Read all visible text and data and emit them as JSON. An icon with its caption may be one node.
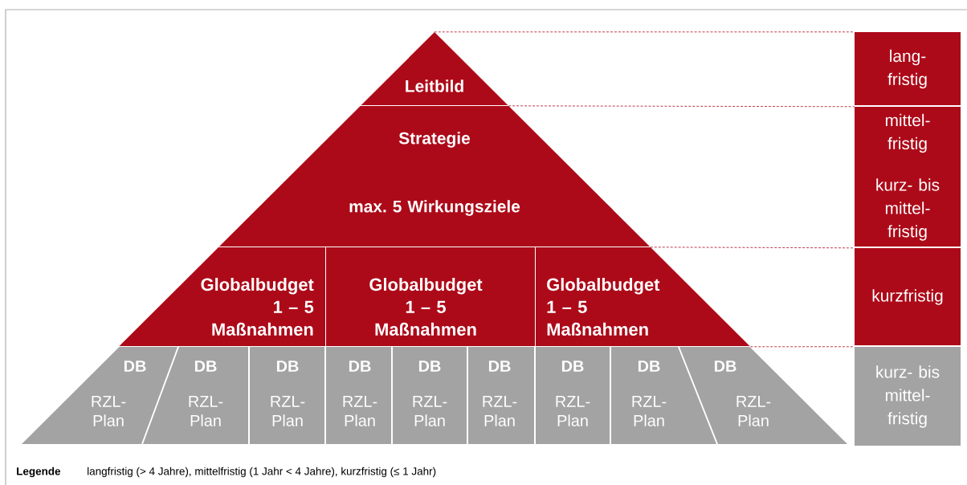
{
  "diagram": {
    "nodes": [
      {
        "text": [
          "Leitbild"
        ]
      },
      {
        "text": [
          "Strategie",
          "max. 5 Wirkungsziele"
        ]
      },
      {
        "text": [
          "Globalbudget 1 – 5 Maßnahmen"
        ]
      },
      {
        "text": [
          "Globalbudget 1 – 5 Maßnahmen"
        ]
      },
      {
        "text": [
          "Globalbudget 1 – 5 Maßnahmen"
        ]
      },
      {
        "text": [
          "DB",
          "RZL-Plan"
        ]
      },
      {
        "text": [
          "DB",
          "RZL-Plan"
        ]
      },
      {
        "text": [
          "DB",
          "RZL-Plan"
        ]
      },
      {
        "text": [
          "DB",
          "RZL-Plan"
        ]
      },
      {
        "text": [
          "DB",
          "RZL-Plan"
        ]
      },
      {
        "text": [
          "DB",
          "RZL-Plan"
        ]
      },
      {
        "text": [
          "DB",
          "RZL-Plan"
        ]
      },
      {
        "text": [
          "DB",
          "RZL-Plan"
        ]
      },
      {
        "text": [
          "DB",
          "RZL-Plan"
        ]
      },
      {
        "text": [
          "lang-fristig"
        ]
      },
      {
        "text": [
          "mittel-fristig",
          "kurz- bis mittel-fristig"
        ]
      },
      {
        "text": [
          "kurzfristig"
        ]
      },
      {
        "text": [
          "kurz- bis mittel-fristig"
        ]
      }
    ],
    "edges": [
      {
        "from": 0,
        "to": 14,
        "arrow": "none",
        "style": "dashed"
      },
      {
        "from": 1,
        "to": 15,
        "arrow": "none",
        "style": "dashed"
      },
      {
        "from": 4,
        "to": 16,
        "arrow": "none",
        "style": "dashed"
      },
      {
        "from": 13,
        "to": 17,
        "arrow": "none",
        "style": "dashed"
      }
    ],
    "labels": [
      "Legende",
      "langfristig (> 4 Jahre), mittelfristig (1 Jahr < 4 Jahre), kurzfristig (≤ 1 Jahr)"
    ]
  }
}
